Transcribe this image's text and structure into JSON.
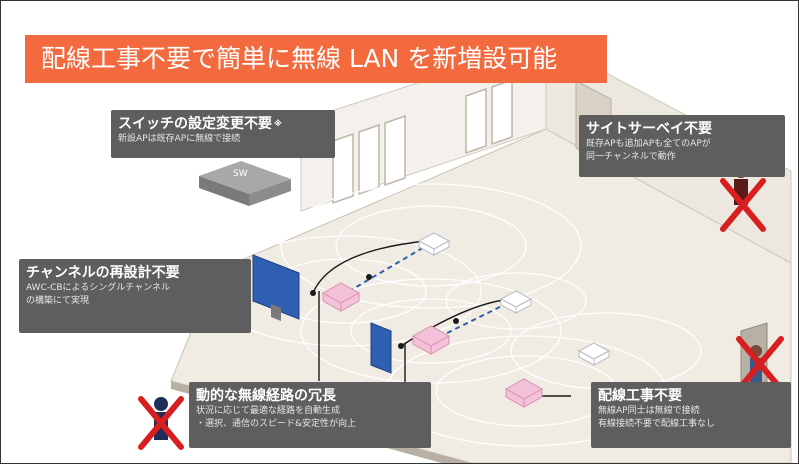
{
  "banner": {
    "title": "配線工事不要で簡単に無線 LAN を新増設可能"
  },
  "callouts": {
    "switch": {
      "title": "スイッチの設定変更不要",
      "note": "※",
      "desc": [
        "新設APは既存APに無線で接続"
      ]
    },
    "survey": {
      "title": "サイトサーベイ不要",
      "desc": [
        "既存APも追加APも全てのAPが",
        "同一チャンネルで動作"
      ]
    },
    "channel": {
      "title": "チャンネルの再設計不要",
      "desc": [
        "AWC-CBによるシングルチャンネル",
        "の構築にて実現"
      ]
    },
    "redundancy": {
      "title": "動的な無線経路の冗長",
      "desc": [
        "状況に応じて最適な経路を自動生成",
        "・選択、通信のスピード&安定性が向上"
      ]
    },
    "wiring": {
      "title": "配線工事不要",
      "desc": [
        "無線AP同士は無線で接続",
        "有線接続不要で配線工事なし"
      ]
    }
  },
  "device": {
    "switch_label": "SW"
  },
  "colors": {
    "banner": "#f26a3e",
    "callout_bg": "#5e5e5e",
    "cross": "#d81e1e",
    "ap_new": "#f3c2d8",
    "floor": "#f0ece4"
  },
  "icons": [
    "switch-device-icon",
    "access-point-icon",
    "monitor-icon",
    "worker-icon",
    "red-cross-icon"
  ]
}
